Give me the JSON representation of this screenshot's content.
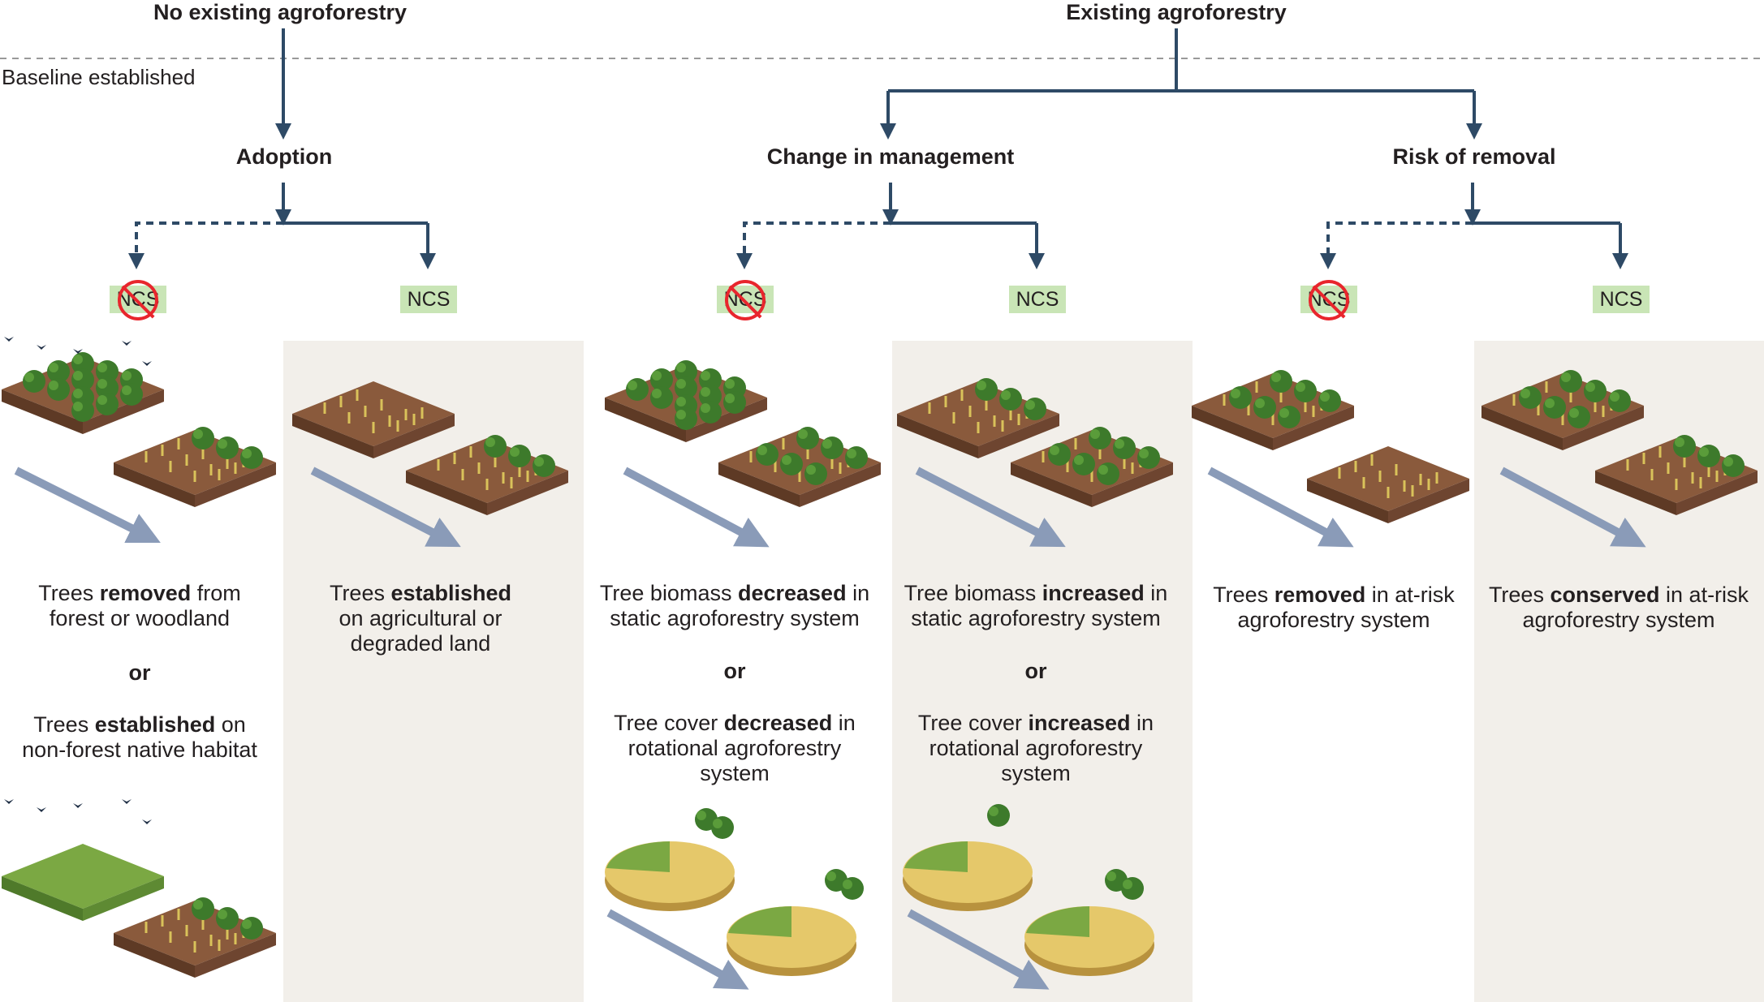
{
  "headers": {
    "no_existing": "No existing agroforestry",
    "existing": "Existing agroforestry"
  },
  "baseline_label": "Baseline established",
  "categories": {
    "adoption": "Adoption",
    "change": "Change in management",
    "risk": "Risk of removal"
  },
  "ncs_label": "NCS",
  "or_label": "or",
  "panels": {
    "p1a": {
      "pre": "Trees ",
      "bold": "removed",
      "post": " from",
      "line2": "forest or woodland"
    },
    "p1b": {
      "pre": "Trees ",
      "bold": "established",
      "post": " on",
      "line2": "non-forest native habitat"
    },
    "p2": {
      "pre": "Trees ",
      "bold": "established",
      "post": "",
      "line2": "on agricultural or",
      "line3": "degraded land"
    },
    "p3a": {
      "pre": "Tree biomass ",
      "bold": "decreased",
      "post": " in",
      "line2": "static agroforestry system"
    },
    "p3b": {
      "pre": "Tree cover ",
      "bold": "decreased",
      "post": " in",
      "line2": "rotational agroforestry",
      "line3": "system"
    },
    "p4a": {
      "pre": "Tree biomass ",
      "bold": "increased",
      "post": " in",
      "line2": "static agroforestry system"
    },
    "p4b": {
      "pre": "Tree cover ",
      "bold": "increased",
      "post": " in",
      "line2": "rotational agroforestry",
      "line3": "system"
    },
    "p5": {
      "pre": "Trees ",
      "bold": "removed",
      "post": " in at-risk",
      "line2": "agroforestry system"
    },
    "p6": {
      "pre": "Trees ",
      "bold": "conserved",
      "post": " in at-risk",
      "line2": "agroforestry system"
    }
  },
  "colors": {
    "arrow": "#2e4a66",
    "panel_shade": "#f2efea",
    "ncs_bg": "#c9e5b6",
    "ban": "#e8262d",
    "tree": "#3d7a2b",
    "soil": "#7a4a32",
    "grass": "#7ba843",
    "crop": "#d9c25a"
  }
}
